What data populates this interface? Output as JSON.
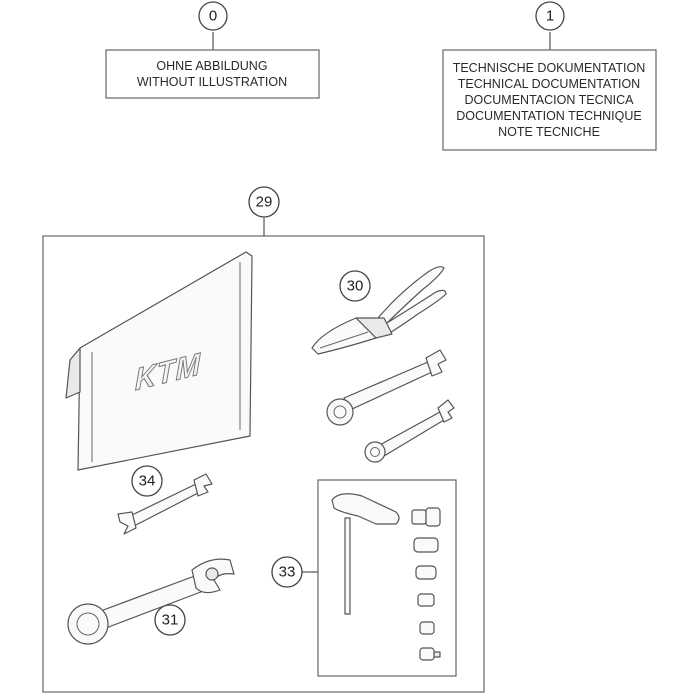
{
  "callouts": {
    "c0": "0",
    "c1": "1",
    "c29": "29",
    "c30": "30",
    "c31": "31",
    "c33": "33",
    "c34": "34"
  },
  "no_illustration_box": {
    "line1": "OHNE ABBILDUNG",
    "line2": "WITHOUT ILLUSTRATION"
  },
  "tech_doc_box": {
    "line1": "TECHNISCHE DOKUMENTATION",
    "line2": "TECHNICAL DOCUMENTATION",
    "line3": "DOCUMENTACION TECNICA",
    "line4": "DOCUMENTATION TECHNIQUE",
    "line5": "NOTE TECNICHE"
  },
  "tool_bag_logo": "KTM"
}
